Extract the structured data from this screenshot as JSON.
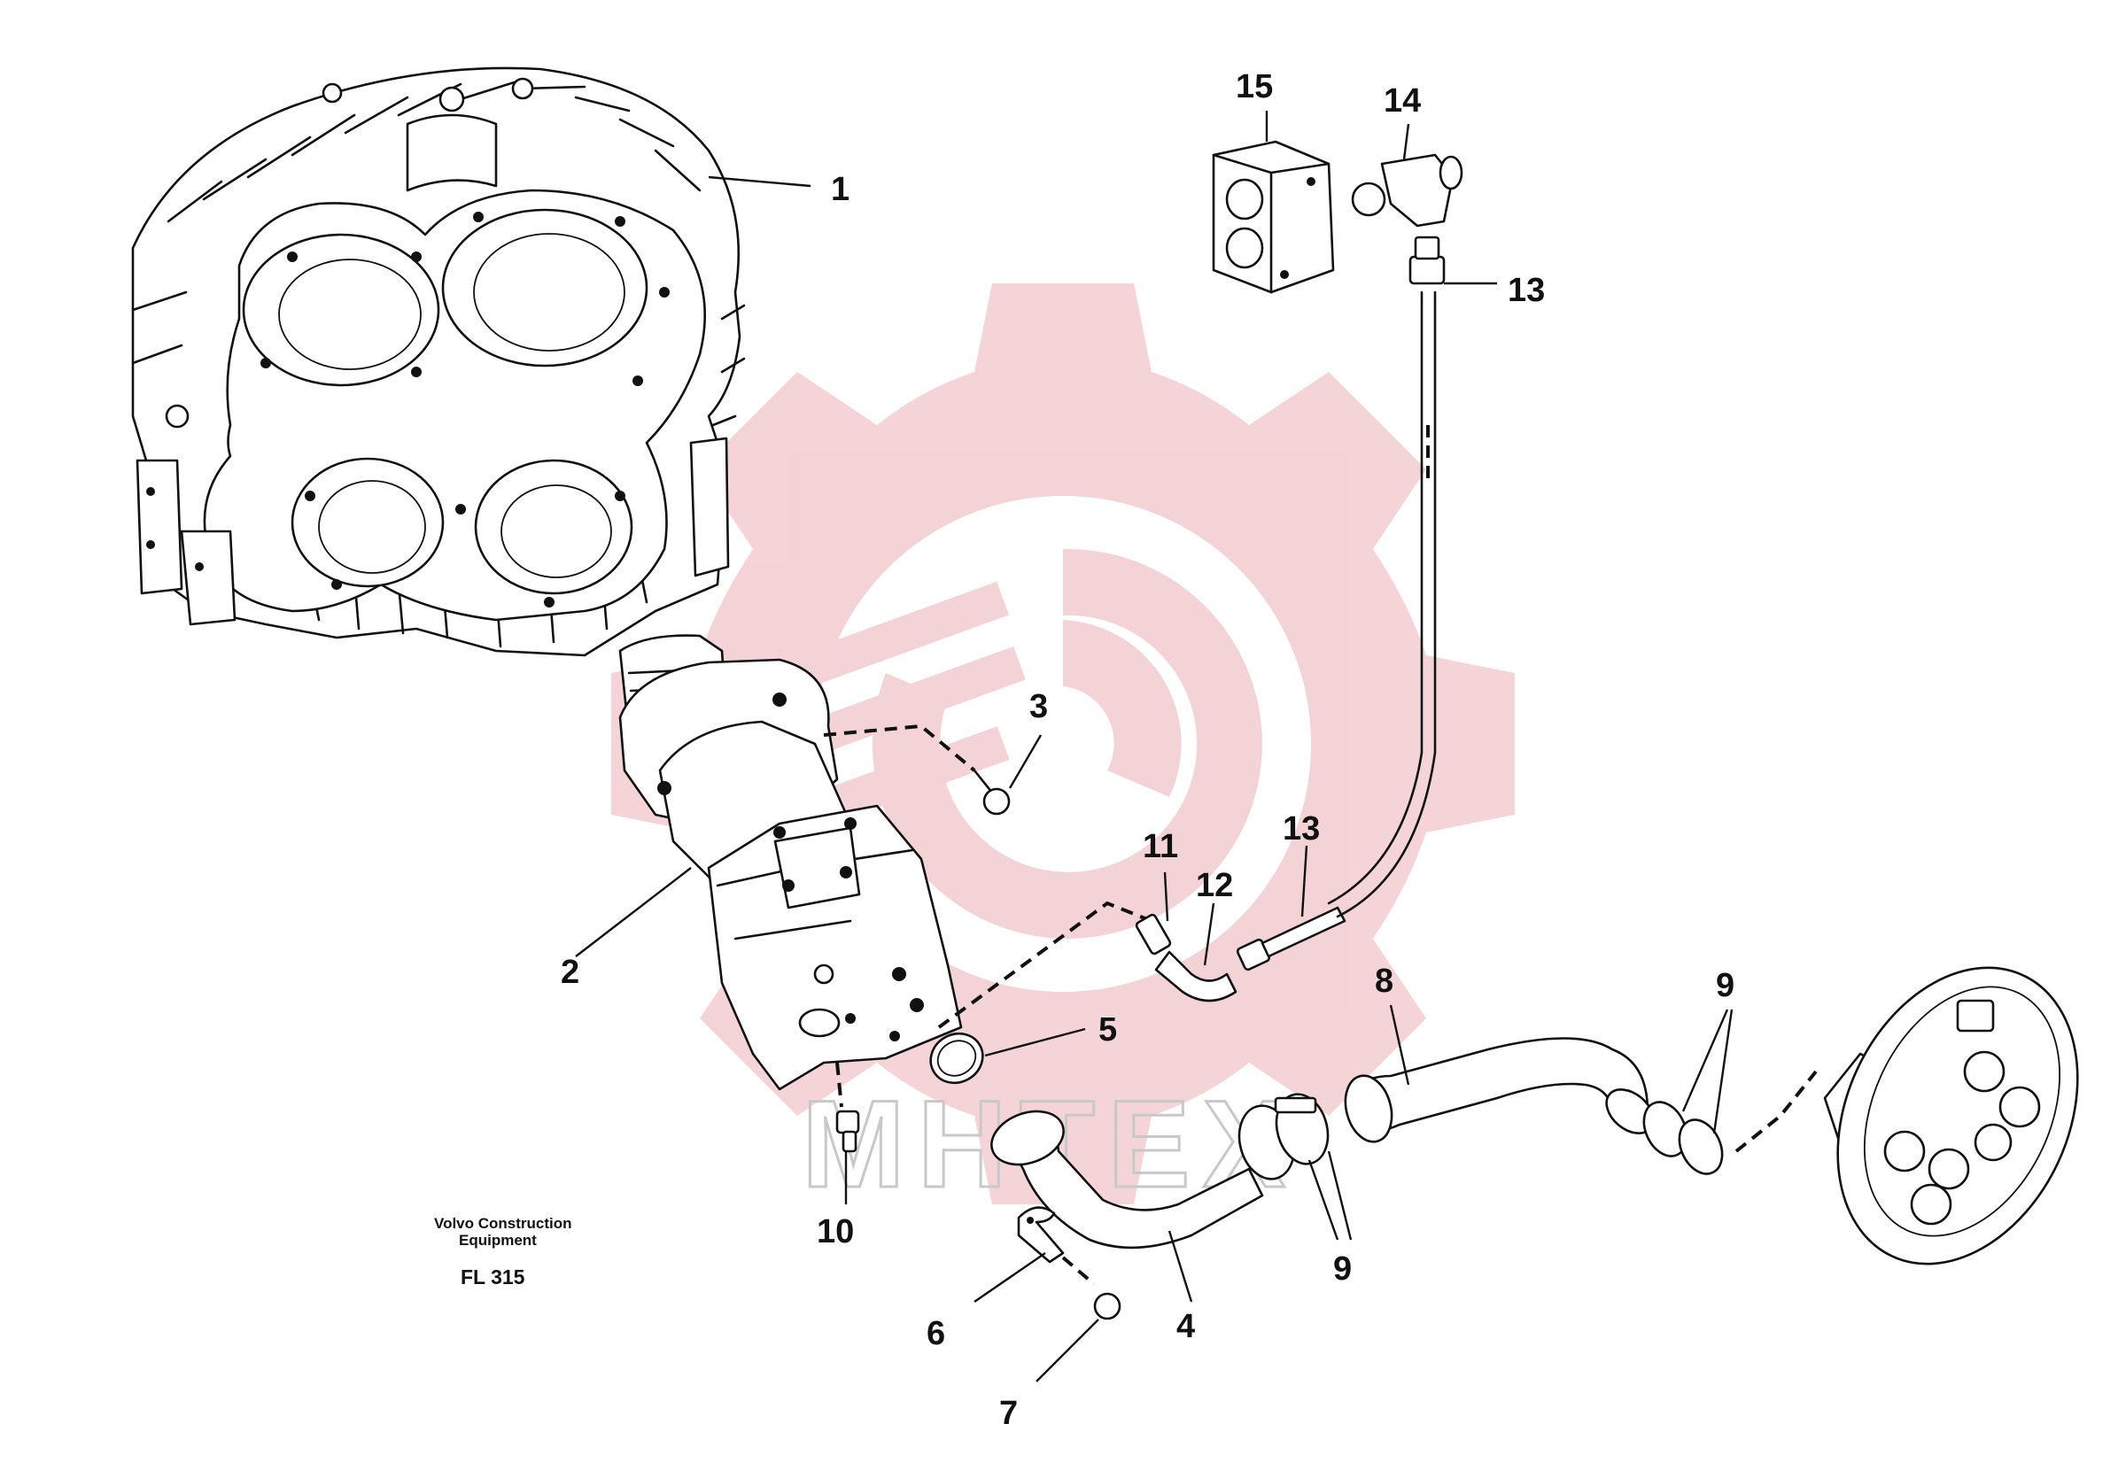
{
  "callouts": [
    {
      "id": "1",
      "label": "1"
    },
    {
      "id": "2",
      "label": "2"
    },
    {
      "id": "3",
      "label": "3"
    },
    {
      "id": "4",
      "label": "4"
    },
    {
      "id": "5",
      "label": "5"
    },
    {
      "id": "6",
      "label": "6"
    },
    {
      "id": "7",
      "label": "7"
    },
    {
      "id": "8",
      "label": "8"
    },
    {
      "id": "9a",
      "label": "9"
    },
    {
      "id": "9b",
      "label": "9"
    },
    {
      "id": "10",
      "label": "10"
    },
    {
      "id": "11",
      "label": "11"
    },
    {
      "id": "12",
      "label": "12"
    },
    {
      "id": "13a",
      "label": "13"
    },
    {
      "id": "13b",
      "label": "13"
    },
    {
      "id": "14",
      "label": "14"
    },
    {
      "id": "15",
      "label": "15"
    }
  ],
  "caption": {
    "line1": "Volvo Construction",
    "line2": "Equipment",
    "figure": "FL 315"
  },
  "watermark": {
    "text": "MHTEX",
    "color": "#e8a0a6"
  }
}
